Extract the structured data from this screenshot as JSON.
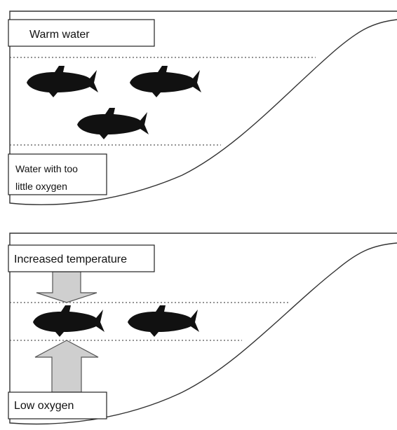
{
  "panels": [
    {
      "top_label": "Warm water",
      "bottom_label_lines": [
        "Water with too",
        "little oxygen"
      ],
      "fish_count": 3
    },
    {
      "top_label": "Increased temperature",
      "bottom_label_lines": [
        "Low oxygen"
      ],
      "fish_count": 2
    }
  ],
  "colors": {
    "line": "#333333",
    "dotted": "#555555",
    "fish": "#111111",
    "arrow_fill": "#cfcfcf",
    "arrow_stroke": "#555555",
    "label_border": "#222222"
  }
}
